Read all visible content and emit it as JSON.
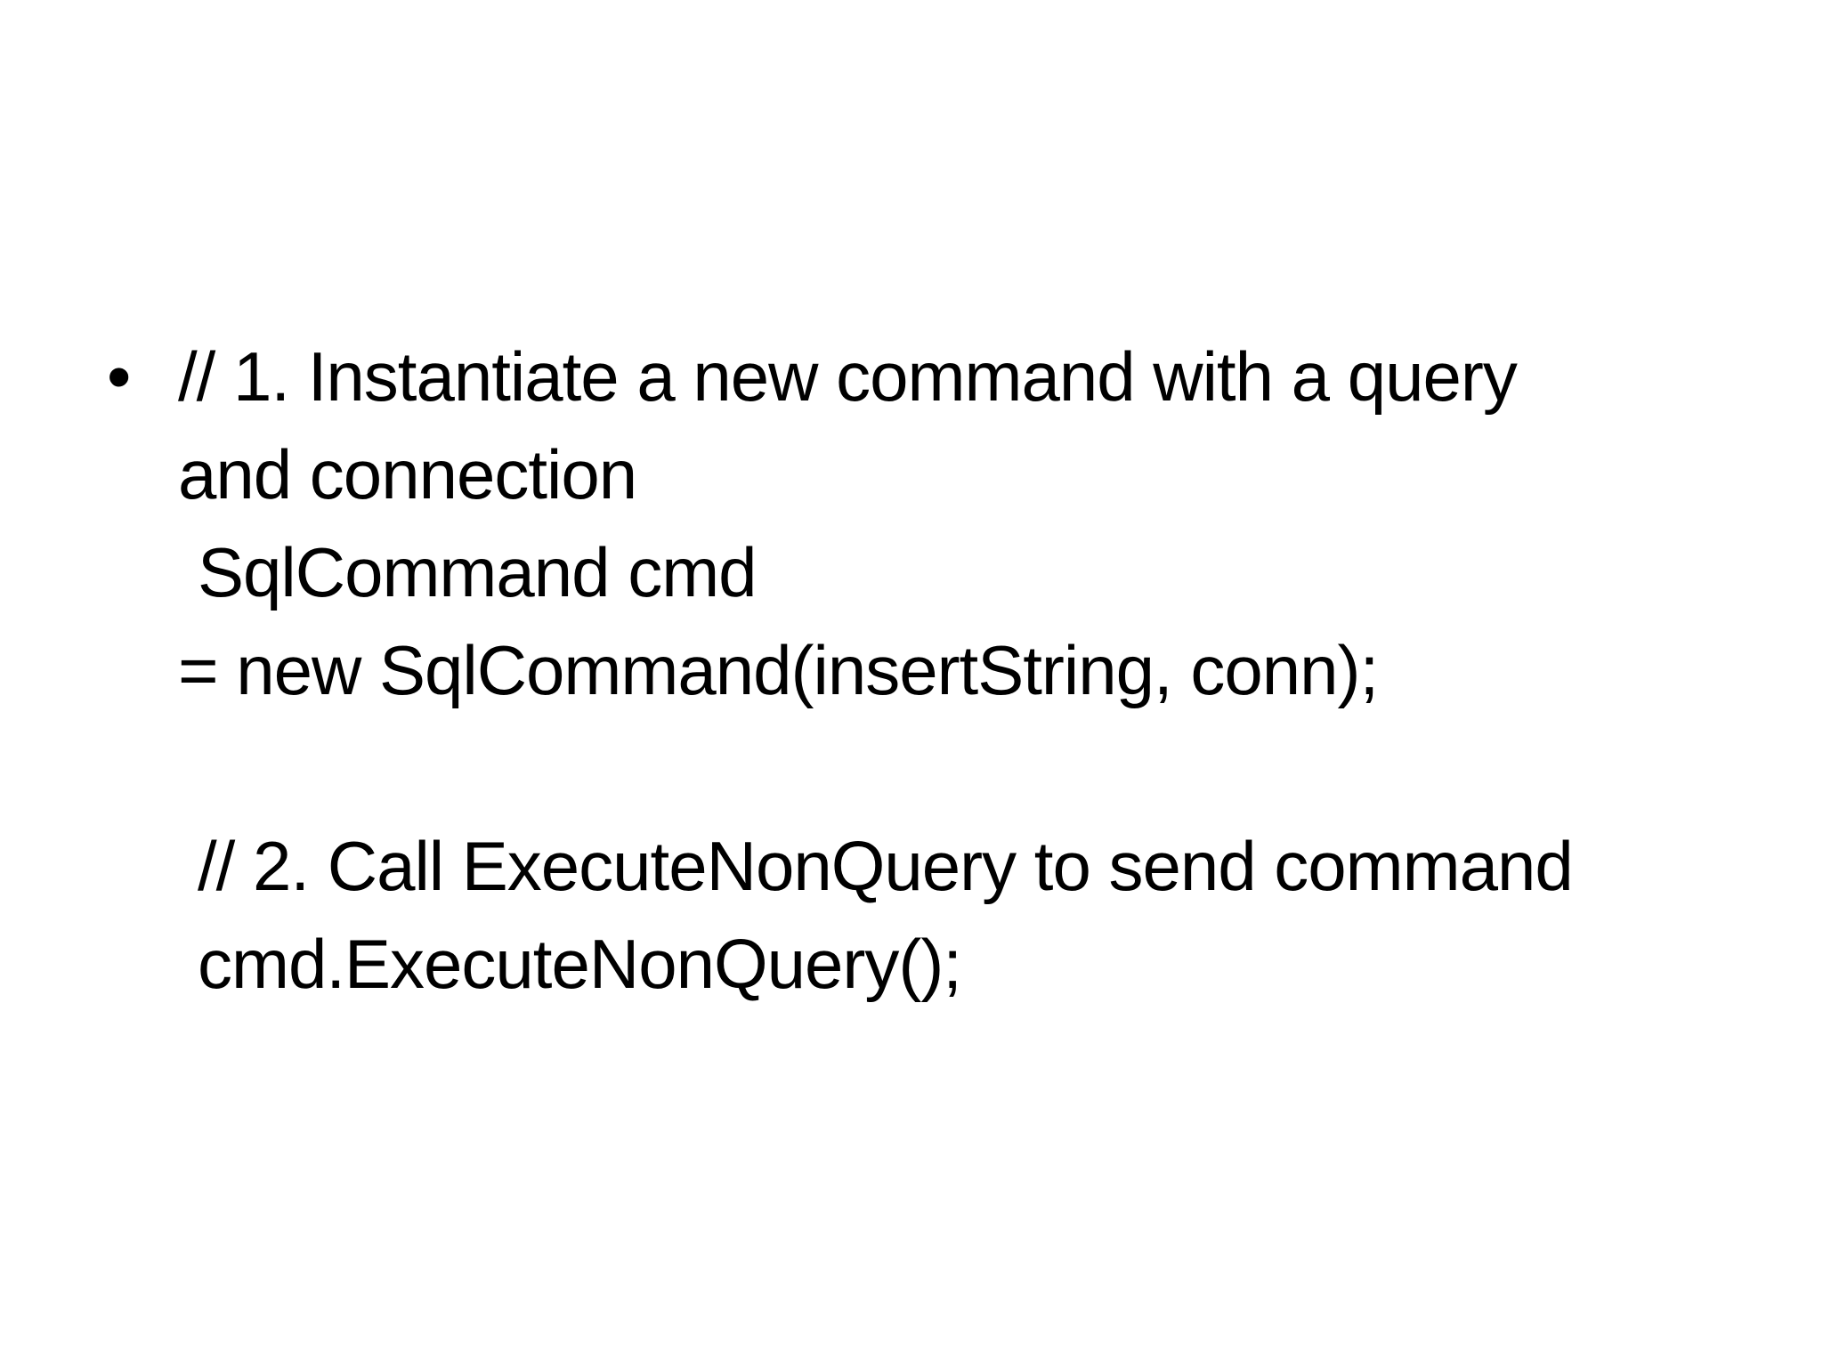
{
  "slide": {
    "background_color": "#ffffff",
    "text_color": "#000000",
    "bullet_char": "•",
    "bullet_item": {
      "lines": [
        {
          "text": "// 1. Instantiate a new command with a query",
          "indent": 0
        },
        {
          "text": "and connection",
          "indent": 0
        },
        {
          "text": "SqlCommand cmd",
          "indent": 1
        },
        {
          "text": "= new SqlCommand(insertString, conn);",
          "indent": 0
        },
        {
          "text": "",
          "indent": 0
        },
        {
          "text": "// 2. Call ExecuteNonQuery to send command",
          "indent": 1
        },
        {
          "text": "cmd.ExecuteNonQuery();",
          "indent": 1
        }
      ]
    }
  }
}
